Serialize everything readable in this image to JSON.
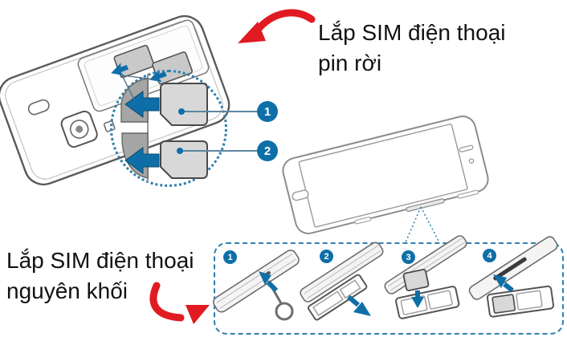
{
  "colors": {
    "accent_blue": "#0e6fa8",
    "outline_blue": "#2e7fae",
    "red": "#e01b22",
    "line_gray": "#6e6e6e",
    "sim_gray": "#d8d8d8",
    "slot_gray": "#a5a5a5",
    "text": "#121212",
    "background": "#ffffff"
  },
  "captions": {
    "removable_battery": {
      "line1": "Lắp SIM điện thoại",
      "line2": "pin rời"
    },
    "unibody": {
      "line1": "Lắp SIM điện thoại",
      "line2": "nguyên khối"
    }
  },
  "sim_callouts": [
    {
      "label": "1"
    },
    {
      "label": "2"
    }
  ],
  "tray_steps": [
    {
      "label": "1"
    },
    {
      "label": "2"
    },
    {
      "label": "3"
    },
    {
      "label": "4"
    }
  ]
}
